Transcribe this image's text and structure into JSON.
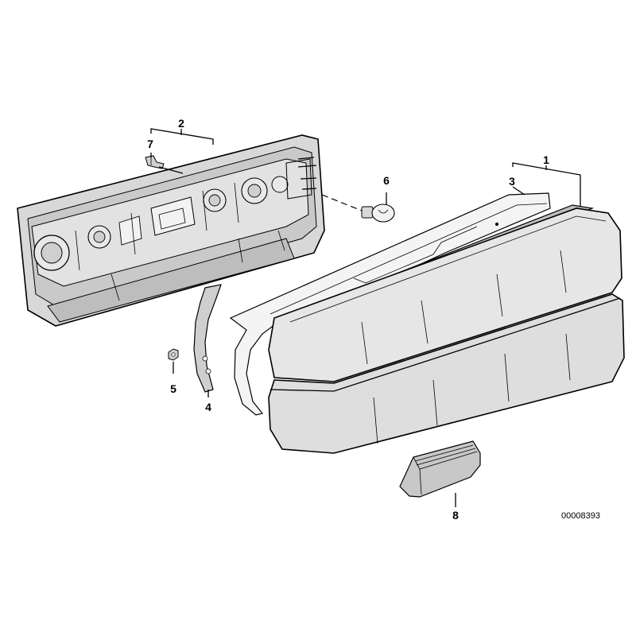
{
  "diagram": {
    "callouts": {
      "p1": "1",
      "p2": "2",
      "p3": "3",
      "p4": "4",
      "p5": "5",
      "p6": "6",
      "p7": "7",
      "p8": "8"
    },
    "document_id": "00008393",
    "colors": {
      "line": "#000000",
      "housing_fill": "#d8d8d8",
      "lens_fill": "#e6e6e6",
      "lens_dark": "#bdbdbd",
      "background": "#ffffff"
    }
  }
}
